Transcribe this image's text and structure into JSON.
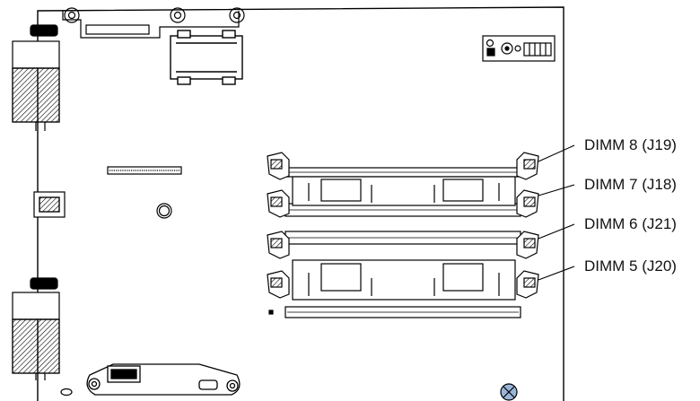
{
  "dimm_labels": [
    "DIMM 8 (J19)",
    "DIMM 7 (J18)",
    "DIMM 6 (J21)",
    "DIMM 5 (J20)"
  ],
  "colors": {
    "line": "#000000",
    "shade": "#8a8a8a",
    "light_shade": "#d9d9d9",
    "screw_fill": "#9bb5d8"
  }
}
